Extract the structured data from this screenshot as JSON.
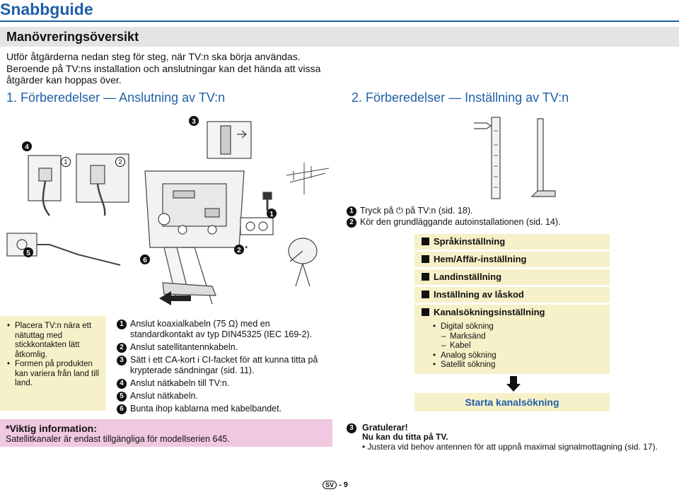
{
  "page": {
    "title": "Snabbguide",
    "section": "Manövreringsöversikt",
    "intro": "Utför åtgärderna nedan steg för steg, när TV:n ska börja användas. Beroende på TV:ns installation och anslutningar kan det hända att vissa åtgärder kan hoppas över."
  },
  "left": {
    "heading": "1. Förberedelser — Anslutning av TV:n",
    "diagram_numbers": [
      "1",
      "2",
      "3",
      "4",
      "5",
      "6"
    ],
    "plug_labels": [
      "1",
      "2"
    ],
    "satellite_marker": "2*",
    "placement_tips": [
      "Placera TV:n nära ett nätuttag med stickkontakten lätt åtkomlig.",
      "Formen på produkten kan variera från land till land."
    ],
    "steps": [
      {
        "n": "1",
        "text": "Anslut koaxialkabeln (75 Ω) med en"
      },
      {
        "n": "",
        "text": "standardkontakt av typ DIN45325 (IEC 169-2)."
      },
      {
        "n": "2",
        "text": "Anslut satellitantennkabeln."
      },
      {
        "n": "3",
        "text": "Sätt i ett CA-kort i CI-facket för att kunna titta på"
      },
      {
        "n": "",
        "text": "krypterade sändningar (sid. 11)."
      },
      {
        "n": "4",
        "text": "Anslut nätkabeln till TV:n."
      },
      {
        "n": "5",
        "text": "Anslut nätkabeln."
      },
      {
        "n": "6",
        "text": "Bunta ihop kablarna med kabelbandet."
      }
    ],
    "important_title": "*Viktig information:",
    "important_text": "Satellitkanaler är endast tillgängliga för modellserien 645."
  },
  "right": {
    "heading": "2. Förberedelser — Inställning av TV:n",
    "steps": [
      {
        "n": "1",
        "text": "Tryck på ⏻ på TV:n (sid. 18)."
      },
      {
        "n": "2",
        "text": "Kör den grundläggande autoinstallationen (sid. 14)."
      }
    ],
    "settings": [
      "Språkinställning",
      "Hem/Affär-inställning",
      "Landinställning",
      "Inställning av låskod",
      "Kanalsökningsinställning"
    ],
    "search_options": [
      {
        "text": "Digital sökning",
        "sub": false
      },
      {
        "text": "Marksänd",
        "sub": true
      },
      {
        "text": "Kabel",
        "sub": true
      },
      {
        "text": "Analog sökning",
        "sub": false
      },
      {
        "text": "Satellit sökning",
        "sub": false
      }
    ],
    "start_button": "Starta kanalsökning",
    "step3_num": "3",
    "congrats_title": "Gratulerar!",
    "congrats_sub": "Nu kan du titta på TV.",
    "congrats_tip": "Justera vid behov antennen för att uppnå maximal signalmottagning (sid. 17)."
  },
  "footer": {
    "lang_badge": "SV",
    "page_num": "- 9"
  },
  "colors": {
    "accent": "#1f5fa8",
    "highlight": "#f6f1c8",
    "pink": "#f0c8e0",
    "section_bg": "#e4e4e4"
  }
}
